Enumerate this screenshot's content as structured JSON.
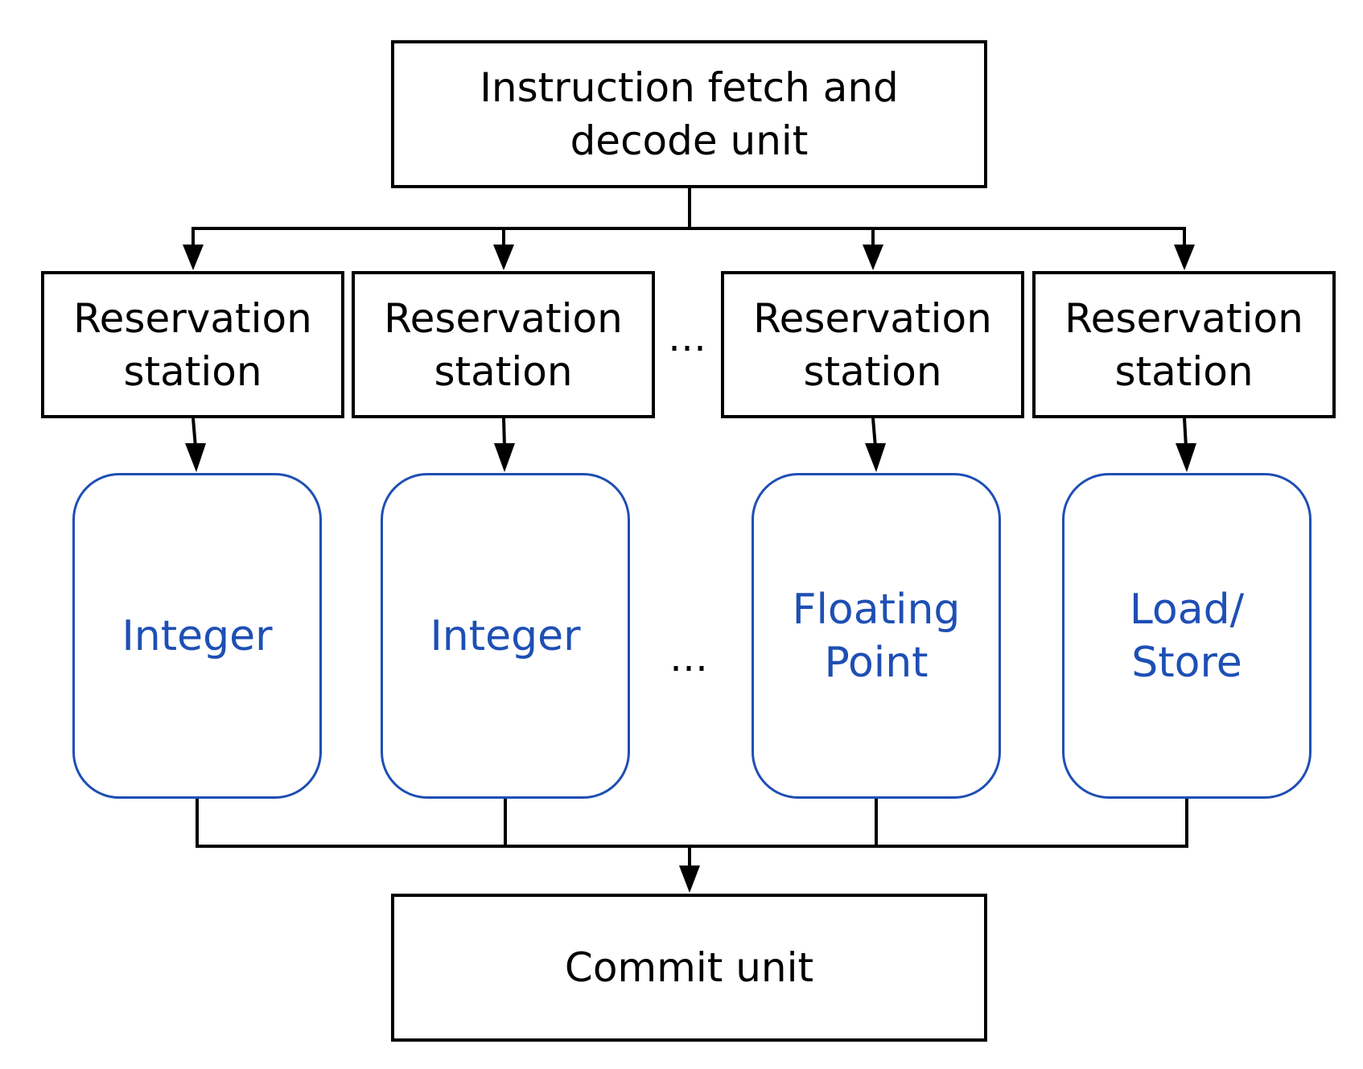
{
  "diagram": {
    "fetch_unit": {
      "lines": [
        "Instruction fetch and",
        "decode unit"
      ]
    },
    "reservation_stations": [
      {
        "lines": [
          "Reservation",
          "station"
        ]
      },
      {
        "lines": [
          "Reservation",
          "station"
        ]
      },
      {
        "lines": [
          "Reservation",
          "station"
        ]
      },
      {
        "lines": [
          "Reservation",
          "station"
        ]
      }
    ],
    "functional_units": [
      {
        "lines": [
          "Integer"
        ]
      },
      {
        "lines": [
          "Integer"
        ]
      },
      {
        "lines": [
          "Floating",
          "Point"
        ]
      },
      {
        "lines": [
          "Load/",
          "Store"
        ]
      }
    ],
    "ellipsis": "…",
    "commit_unit": {
      "lines": [
        "Commit unit"
      ]
    },
    "colors": {
      "box_border": "#000000",
      "functional_unit": "#1e4fb4",
      "connector": "#000000"
    }
  }
}
